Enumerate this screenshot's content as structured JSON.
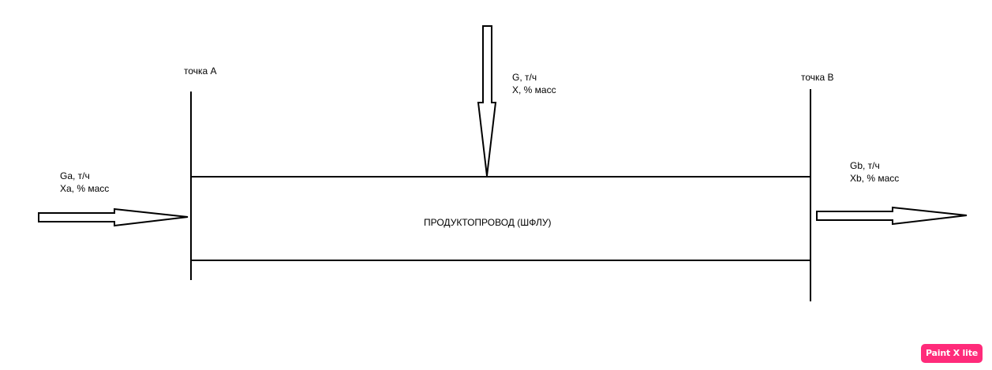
{
  "point_a": {
    "label": "точка А"
  },
  "point_b": {
    "label": "точка В"
  },
  "middle_feed": {
    "flow": "G, т/ч",
    "concentration": "X, % масс"
  },
  "inlet": {
    "flow": "Ga, т/ч",
    "concentration": "Xa, % масс"
  },
  "outlet": {
    "flow": "Gb, т/ч",
    "concentration": "Xb, % масс"
  },
  "pipeline": {
    "title": "ПРОДУКТОПРОВОД (ШФЛУ)"
  },
  "watermark": {
    "text": "Paint X lite",
    "color": "#ff2b7a"
  }
}
